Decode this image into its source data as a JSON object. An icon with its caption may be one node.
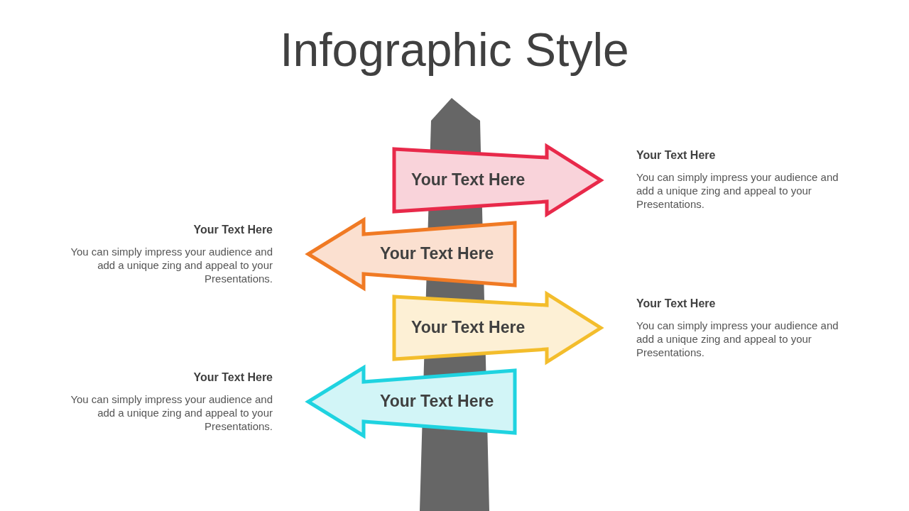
{
  "diagram": {
    "title": "Infographic Style",
    "nodes": [
      {
        "text": [
          "Your Text Here"
        ],
        "beside": [
          "Your Text Here",
          "You can simply impress your audience and add a unique zing and appeal to your Presentations."
        ]
      },
      {
        "text": [
          "Your Text Here"
        ],
        "beside": [
          "Your Text Here",
          "You can simply impress your audience and add a unique zing and appeal to your Presentations."
        ]
      },
      {
        "text": [
          "Your Text Here"
        ],
        "beside": [
          "Your Text Here",
          "You can simply impress your audience and add a unique zing and appeal to your Presentations."
        ]
      },
      {
        "text": [
          "Your Text Here"
        ],
        "beside": [
          "Your Text Here",
          "You can simply impress your audience and add a unique zing and appeal to your Presentations."
        ]
      }
    ]
  }
}
